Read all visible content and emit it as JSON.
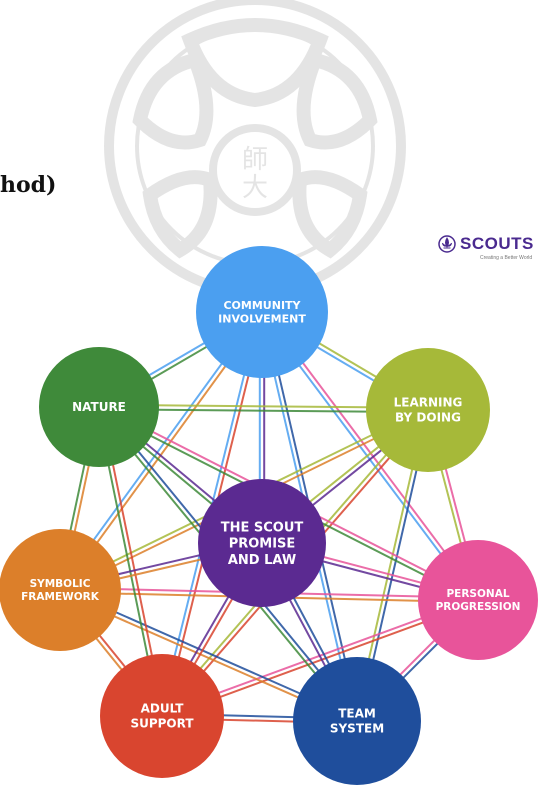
{
  "page": {
    "title_fragment": "hod)",
    "brand": {
      "name": "SCOUTS",
      "tagline": "Creating a Better World",
      "color": "#4a2a8f"
    },
    "watermark": {
      "center_text_top": "師",
      "center_text_bottom": "大"
    }
  },
  "diagram": {
    "nodes": [
      {
        "id": "community",
        "lines": [
          "COMMUNITY",
          "INVOLVEMENT"
        ],
        "color": "#4b9ff0"
      },
      {
        "id": "learning",
        "lines": [
          "LEARNING",
          "BY DOING"
        ],
        "color": "#a6b939"
      },
      {
        "id": "personal",
        "lines": [
          "PERSONAL",
          "PROGRESSION"
        ],
        "color": "#e8549a"
      },
      {
        "id": "team",
        "lines": [
          "TEAM",
          "SYSTEM"
        ],
        "color": "#1f4e9c"
      },
      {
        "id": "adult",
        "lines": [
          "ADULT",
          "SUPPORT"
        ],
        "color": "#d9452f"
      },
      {
        "id": "symbolic",
        "lines": [
          "SYMBOLIC",
          "FRAMEWORK"
        ],
        "color": "#dc7f2a"
      },
      {
        "id": "nature",
        "lines": [
          "NATURE"
        ],
        "color": "#3f8a3a"
      },
      {
        "id": "promise",
        "lines": [
          "THE SCOUT",
          "PROMISE",
          "AND LAW"
        ],
        "color": "#5b2a91"
      }
    ]
  }
}
